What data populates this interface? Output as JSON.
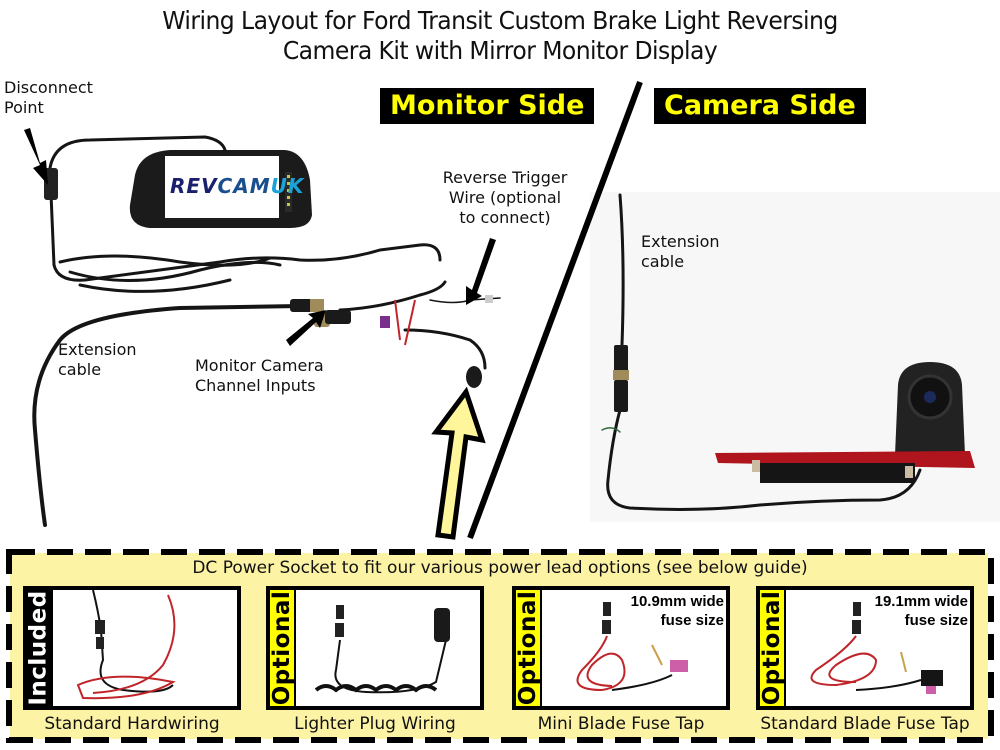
{
  "title": {
    "line1": "Wiring Layout for Ford Transit Custom Brake Light Reversing",
    "line2": "Camera Kit with Mirror Monitor Display"
  },
  "sides": {
    "monitor": "Monitor Side",
    "camera": "Camera Side"
  },
  "annotations": {
    "disconnect_line1": "Disconnect",
    "disconnect_line2": "Point",
    "reverse_line1": "Reverse Trigger",
    "reverse_line2": "Wire (optional",
    "reverse_line3": "to connect)",
    "ext_left_line1": "Extension",
    "ext_left_line2": "cable",
    "inputs_line1": "Monitor Camera",
    "inputs_line2": "Channel Inputs",
    "ext_right_line1": "Extension",
    "ext_right_line2": "cable"
  },
  "monitor_screen": {
    "brand_part1": "REV",
    "brand_part2": "CAM",
    "brand_part3": "UK"
  },
  "power_section": {
    "caption": "DC Power Socket to fit our various power lead options (see below guide)",
    "options": [
      {
        "tag": "Included",
        "caption": "Standard Hardwiring",
        "fuse_line1": "",
        "fuse_line2": ""
      },
      {
        "tag": "Optional",
        "caption": "Lighter Plug Wiring",
        "fuse_line1": "",
        "fuse_line2": ""
      },
      {
        "tag": "Optional",
        "caption": "Mini Blade Fuse Tap",
        "fuse_line1": "10.9mm wide",
        "fuse_line2": "fuse size"
      },
      {
        "tag": "Optional",
        "caption": "Standard Blade Fuse Tap",
        "fuse_line1": "19.1mm wide",
        "fuse_line2": "fuse size"
      }
    ]
  },
  "colors": {
    "badge_bg": "#000000",
    "badge_text": "#ffff00",
    "panel_bg": "#fdf3a5",
    "arrow_fill": "#fff59a",
    "brand_dark": "#1a1f6e",
    "brand_light": "#1aa3d9",
    "brake_red": "#b0141c"
  }
}
